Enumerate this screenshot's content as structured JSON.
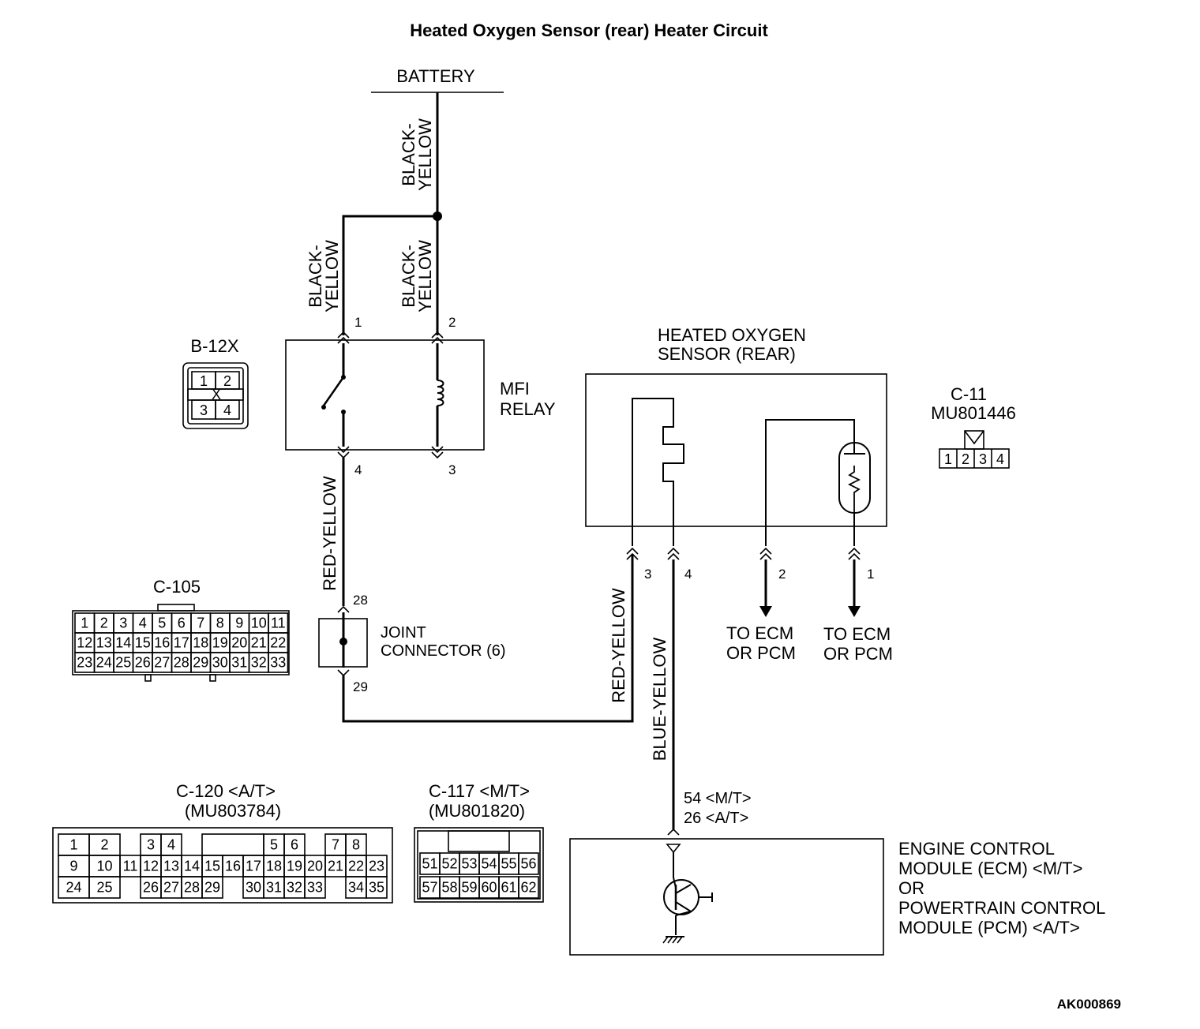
{
  "title": "Heated Oxygen Sensor (rear) Heater Circuit",
  "battery": "BATTERY",
  "wires": {
    "black_yellow": [
      "BLACK-",
      "YELLOW"
    ],
    "red_yellow": "RED-YELLOW",
    "blue_yellow": "BLUE-YELLOW"
  },
  "mfi_relay": {
    "label": [
      "MFI",
      "RELAY"
    ],
    "pins": [
      "1",
      "2",
      "4",
      "3"
    ]
  },
  "joint_connector": {
    "label": [
      "JOINT",
      "CONNECTOR (6)"
    ],
    "pins": [
      "28",
      "29"
    ]
  },
  "sensor": {
    "label": [
      "HEATED OXYGEN",
      "SENSOR (REAR)"
    ],
    "pins": [
      "3",
      "4",
      "2",
      "1"
    ],
    "outputs": [
      "TO ECM",
      "OR PCM"
    ]
  },
  "ecm": {
    "pins": [
      "54 <M/T>",
      "26 <A/T>"
    ],
    "label": [
      "ENGINE CONTROL",
      "MODULE (ECM) <M/T>",
      "OR",
      "POWERTRAIN CONTROL",
      "MODULE (PCM) <A/T>"
    ]
  },
  "connectors": {
    "b12x": {
      "name": "B-12X",
      "pins": [
        "1",
        "2",
        "3",
        "4"
      ],
      "mark": "X"
    },
    "c11": {
      "name": "C-11",
      "part": "MU801446",
      "pins": [
        "1",
        "2",
        "3",
        "4"
      ]
    },
    "c105": {
      "name": "C-105",
      "rows": [
        [
          "1",
          "2",
          "3",
          "4",
          "5",
          "6",
          "7",
          "8",
          "9",
          "10",
          "11"
        ],
        [
          "12",
          "13",
          "14",
          "15",
          "16",
          "17",
          "18",
          "19",
          "20",
          "21",
          "22"
        ],
        [
          "23",
          "24",
          "25",
          "26",
          "27",
          "28",
          "29",
          "30",
          "31",
          "32",
          "33"
        ]
      ]
    },
    "c120": {
      "name": "C-120 <A/T>",
      "part": "(MU803784)",
      "rows": [
        [
          "1",
          "2",
          "",
          "3",
          "4",
          "",
          "",
          "",
          "5",
          "6",
          "",
          "7",
          "8"
        ],
        [
          "9",
          "10",
          "11",
          "12",
          "13",
          "14",
          "15",
          "16",
          "17",
          "18",
          "19",
          "20",
          "21",
          "22",
          "23"
        ],
        [
          "24",
          "25",
          "",
          "26",
          "27",
          "28",
          "29",
          "",
          "30",
          "31",
          "32",
          "33",
          "",
          "34",
          "35"
        ]
      ]
    },
    "c117": {
      "name": "C-117 <M/T>",
      "part": "(MU801820)",
      "rows": [
        [
          "51",
          "52",
          "53",
          "54",
          "55",
          "56"
        ],
        [
          "57",
          "58",
          "59",
          "60",
          "61",
          "62"
        ]
      ]
    }
  },
  "figure_code": "AK000869"
}
